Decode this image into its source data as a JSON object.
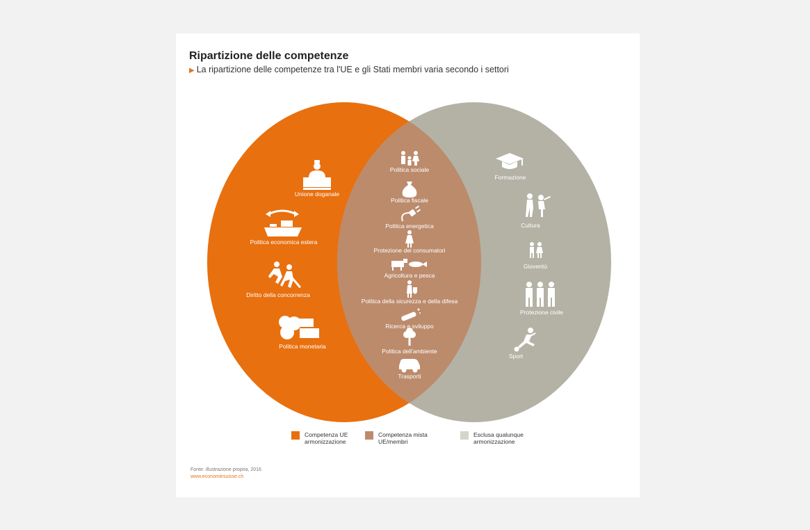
{
  "title": "Ripartizione delle competenze",
  "subtitle": "La ripartizione delle competenze tra l'UE e gli Stati membri varia secondo i settori",
  "colors": {
    "eu": "#e8700f",
    "mixed": "#bc8b6c",
    "member": "#b3b2a5",
    "legend_member": "#d5d5cb",
    "label": "#ffffff"
  },
  "eu_items": [
    {
      "label": "Unione doganale",
      "icon": "customs-officer-icon"
    },
    {
      "label": "Politica economica estera",
      "icon": "cargo-ship-icon"
    },
    {
      "label": "Diritto della concorrenza",
      "icon": "runners-icon"
    },
    {
      "label": "Politica monetaria",
      "icon": "coins-icon"
    }
  ],
  "mixed_items": [
    {
      "label": "Politica sociale",
      "icon": "family-icon"
    },
    {
      "label": "Politica fiscale",
      "icon": "money-bag-icon"
    },
    {
      "label": "Politica energetica",
      "icon": "plug-icon"
    },
    {
      "label": "Protezione dei consumatori",
      "icon": "consumer-icon"
    },
    {
      "label": "Agricoltura e pesca",
      "icon": "cow-fish-icon"
    },
    {
      "label": "Politica della sicurezza e della difesa",
      "icon": "soldier-icon"
    },
    {
      "label": "Ricerca e sviluppo",
      "icon": "test-tube-icon"
    },
    {
      "label": "Politica dell'ambiente",
      "icon": "tree-icon"
    },
    {
      "label": "Trasporti",
      "icon": "car-icon"
    }
  ],
  "member_items": [
    {
      "label": "Formazione",
      "icon": "graduation-cap-icon"
    },
    {
      "label": "Cultura",
      "icon": "theatre-figures-icon"
    },
    {
      "label": "Gioventù",
      "icon": "youth-icon"
    },
    {
      "label": "Protezione civile",
      "icon": "civil-protection-icon"
    },
    {
      "label": "Sport",
      "icon": "football-player-icon"
    }
  ],
  "legend": [
    {
      "label": "Competenza UE\narmonizzazione",
      "color": "#e8700f"
    },
    {
      "label": "Competenza mista\nUE/membri",
      "color": "#bc8b6c"
    },
    {
      "label": "Esclusa qualunque\narmonizzazione",
      "color": "#d5d5cb"
    }
  ],
  "source": "Fonte: illustrazione propria, 2016",
  "url": "www.economiesuisse.ch"
}
